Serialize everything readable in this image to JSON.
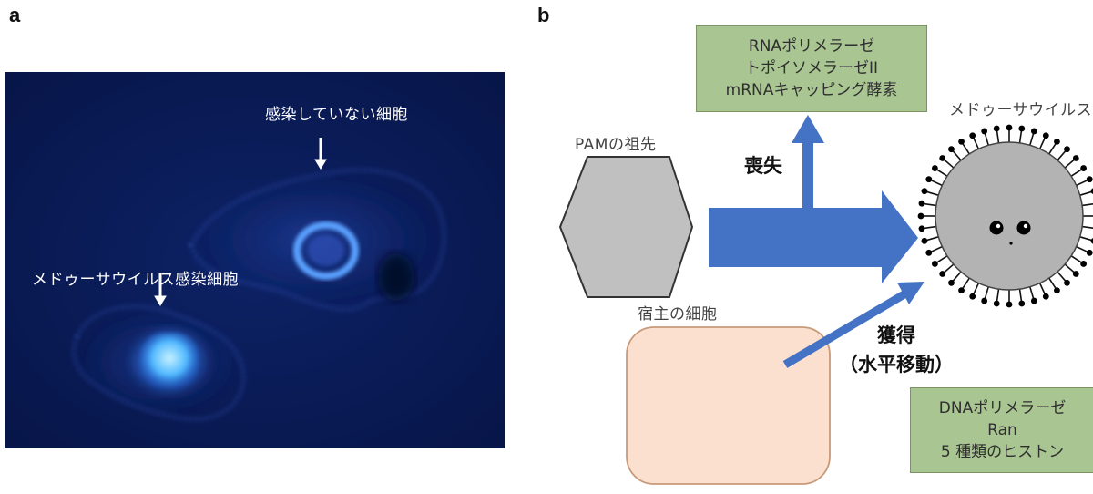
{
  "panel_a": {
    "label": "a",
    "annotations": {
      "uninfected": "感染していない細胞",
      "infected": "メドゥーサウイルス感染細胞"
    }
  },
  "panel_b": {
    "label": "b",
    "lost_genes": [
      "RNAポリメラーゼ",
      "トポイソメラーゼII",
      "mRNAキャッピング酵素"
    ],
    "acquired_genes": [
      "DNAポリメラーゼ",
      "Ran",
      "5 種類のヒストン"
    ],
    "ancestor_label": "PAMの祖先",
    "host_label": "宿主の細胞",
    "virus_label": "メドゥーサウイルス",
    "loss_label": "喪失",
    "gain_label": "獲得",
    "gain_sublabel": "（水平移動）"
  },
  "colors": {
    "photo_bg": "#0b1d5a",
    "arrow_blue": "#4472c4",
    "green_box": "#a9c592",
    "host_fill": "#fbe0cf",
    "ancestor_fill": "#c0c0c0",
    "virus_fill": "#b3b3b3"
  }
}
